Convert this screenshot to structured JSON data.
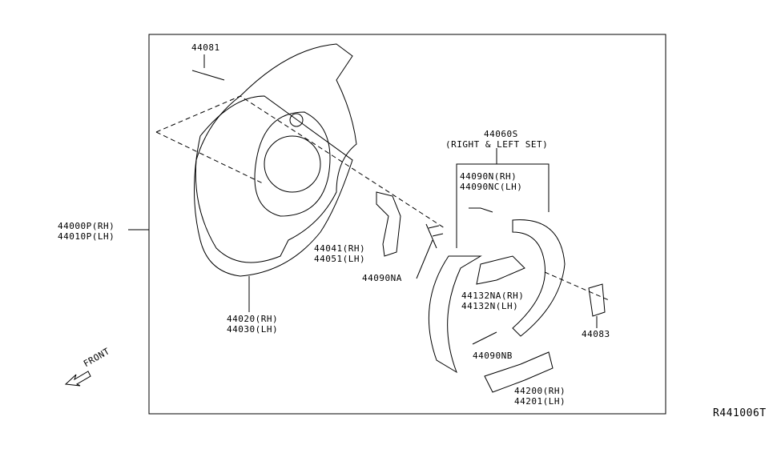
{
  "labels": {
    "p44081": "44081",
    "p44000p": "44000P(RH)",
    "p44010p": "44010P(LH)",
    "p44020": "44020(RH)",
    "p44030": "44030(LH)",
    "p44041": "44041(RH)",
    "p44051": "44051(LH)",
    "p44090na": "44090NA",
    "p44060s": "44060S",
    "set_note": "(RIGHT & LEFT SET)",
    "p44090n": "44090N(RH)",
    "p44090nc": "44090NC(LH)",
    "p44132na": "44132NA(RH)",
    "p44132n": "44132N(LH)",
    "p44090nb": "44090NB",
    "p44200": "44200(RH)",
    "p44201": "44201(LH)",
    "p44083": "44083",
    "front": "FRONT",
    "ref_code": "R441006T"
  }
}
